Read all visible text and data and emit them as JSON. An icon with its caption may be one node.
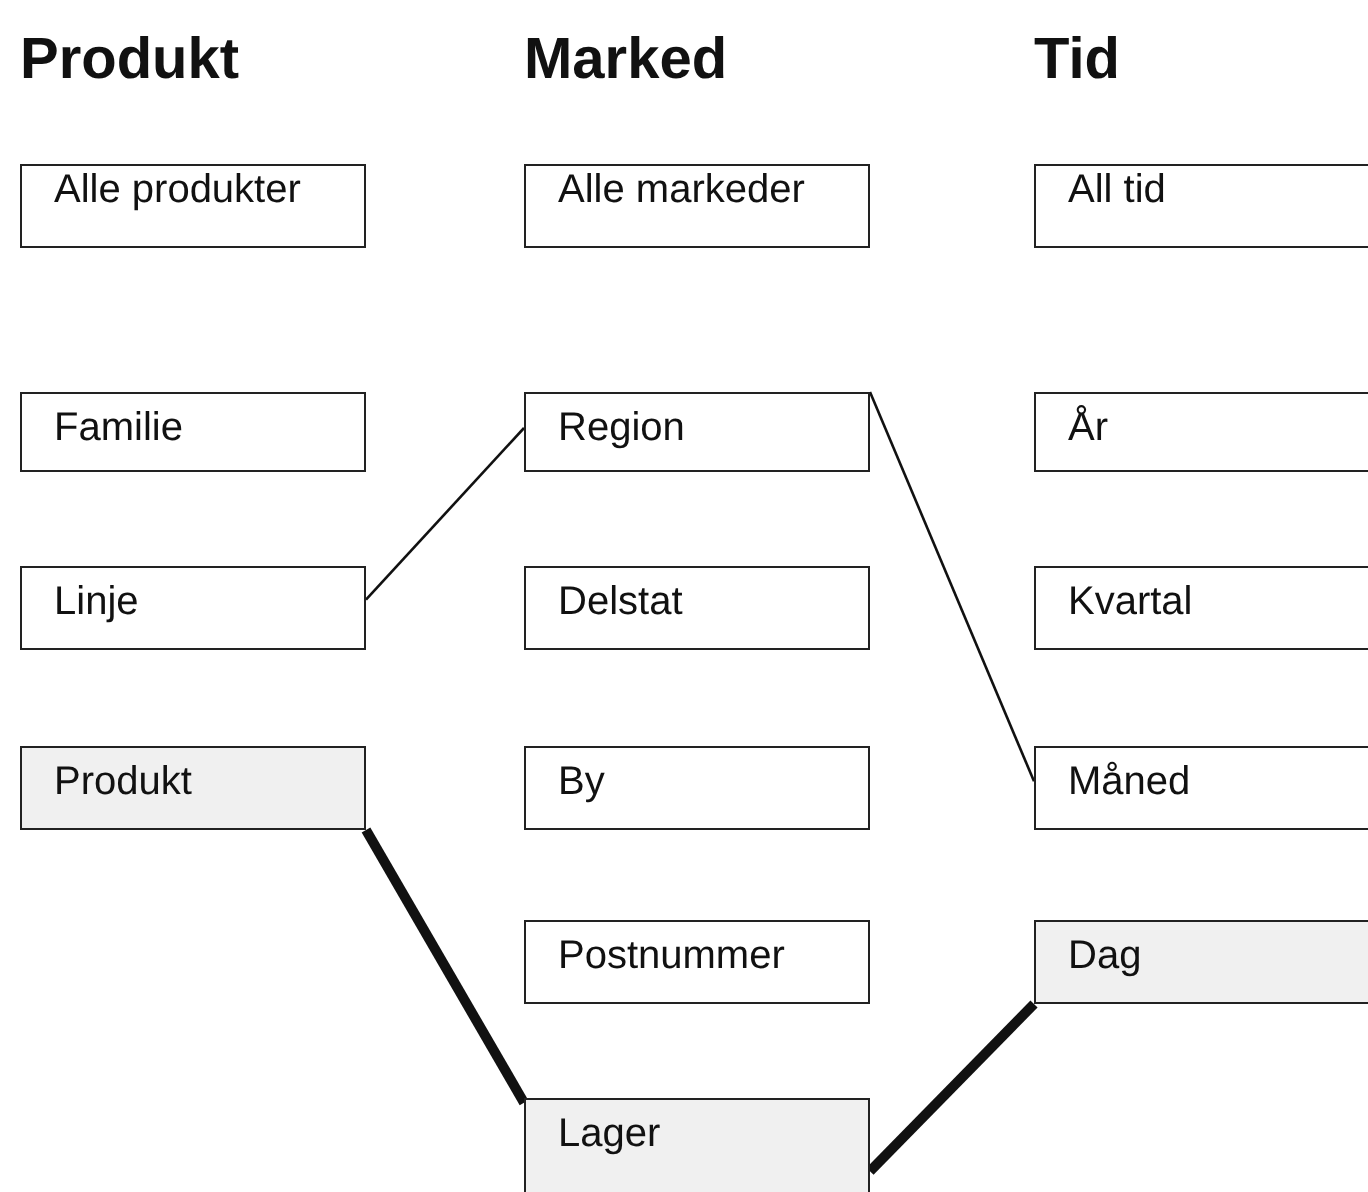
{
  "diagram": {
    "nodes": [
      {
        "text": [
          "Alle produkter"
        ]
      },
      {
        "text": [
          "Familie"
        ]
      },
      {
        "text": [
          "Linje"
        ]
      },
      {
        "text": [
          "Produkt"
        ]
      },
      {
        "text": [
          "Alle markeder"
        ]
      },
      {
        "text": [
          "Region"
        ]
      },
      {
        "text": [
          "Delstat"
        ]
      },
      {
        "text": [
          "By"
        ]
      },
      {
        "text": [
          "Postnummer"
        ]
      },
      {
        "text": [
          "Lager"
        ]
      },
      {
        "text": [
          "All tid"
        ]
      },
      {
        "text": [
          "År"
        ]
      },
      {
        "text": [
          "Kvartal"
        ]
      },
      {
        "text": [
          "Måned"
        ]
      },
      {
        "text": [
          "Dag"
        ]
      }
    ],
    "edges": [
      {
        "from": 2,
        "to": 5,
        "arrow": "none"
      },
      {
        "from": 5,
        "to": 13,
        "arrow": "none"
      },
      {
        "from": 3,
        "to": 9,
        "arrow": "none",
        "style": "thick"
      },
      {
        "from": 9,
        "to": 14,
        "arrow": "none",
        "style": "thick"
      }
    ],
    "labels": [
      "Produkt",
      "Marked",
      "Tid"
    ]
  }
}
